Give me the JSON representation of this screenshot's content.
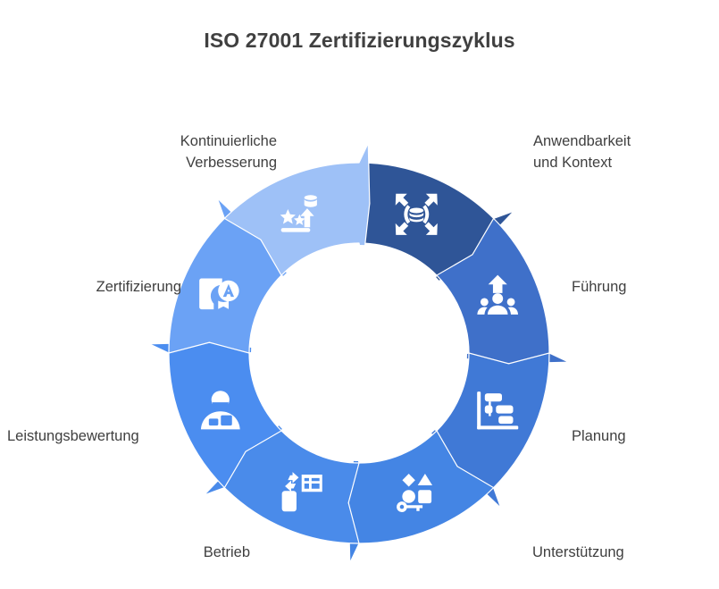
{
  "title": "ISO 27001 Zertifizierungszyklus",
  "colors": {
    "background": "#ffffff",
    "title_text": "#404040",
    "label_text": "#3f3f3f",
    "icon": "#ffffff",
    "segment_darkest": "#2f5597",
    "segment_lightest": "#9ec1f7"
  },
  "diagram": {
    "type": "cycle",
    "center_fill": "#ffffff",
    "direction": "clockwise",
    "segment_count": 8,
    "segments": [
      {
        "id": "anwendbarkeit-und-kontext",
        "label": "Anwendbarkeit\nund Kontext",
        "icon": "scope-context-icon",
        "color": "#2f5597",
        "position": "top-right",
        "order": 1
      },
      {
        "id": "fuehrung",
        "label": "Führung",
        "icon": "leadership-icon",
        "color": "#3f70c9",
        "position": "right-upper",
        "order": 2
      },
      {
        "id": "planung",
        "label": "Planung",
        "icon": "planning-chart-icon",
        "color": "#4079d6",
        "position": "right-lower",
        "order": 3
      },
      {
        "id": "unterstuetzung",
        "label": "Unterstützung",
        "icon": "resources-key-icon",
        "color": "#4485e4",
        "position": "bottom-right",
        "order": 4
      },
      {
        "id": "betrieb",
        "label": "Betrieb",
        "icon": "operations-device-icon",
        "color": "#4a8bea",
        "position": "bottom-left",
        "order": 5
      },
      {
        "id": "leistungsbewertung",
        "label": "Leistungsbewertung",
        "icon": "performance-person-icon",
        "color": "#4b8df0",
        "position": "left-lower",
        "order": 6
      },
      {
        "id": "zertifizierung",
        "label": "Zertifizierung",
        "icon": "certificate-icon",
        "color": "#6ba2f5",
        "position": "left-upper",
        "order": 7
      },
      {
        "id": "kontinuierliche-verbesserung",
        "label": "Kontinuierliche\nVerbesserung",
        "icon": "continuous-improvement-icon",
        "color": "#9ec1f7",
        "position": "top-left",
        "order": 8
      }
    ]
  }
}
